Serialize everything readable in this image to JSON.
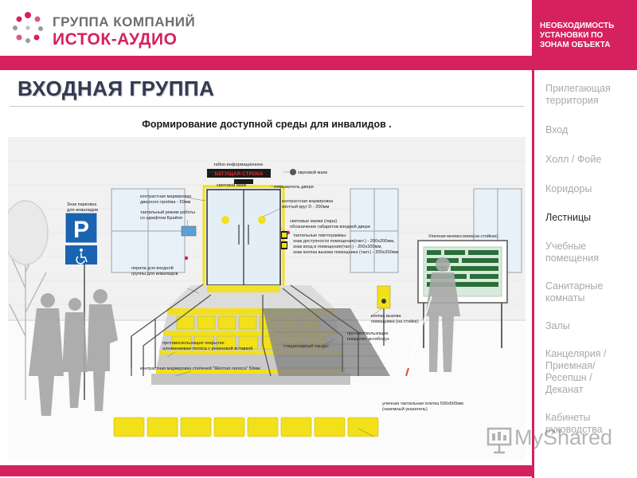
{
  "logo": {
    "line1": "ГРУППА КОМПАНИЙ",
    "line2": "ИСТОК-АУДИО"
  },
  "colors": {
    "brand": "#d6215f",
    "title": "#333a52",
    "nav_inactive": "#a9a9a9",
    "nav_active": "#2b2b2b",
    "tactile_yellow": "#f2e01a",
    "parking_blue": "#1a63b0"
  },
  "page": {
    "title": "ВХОДНАЯ ГРУППА"
  },
  "sidebar": {
    "header_lines": [
      "НЕОБХОДИМОСТЬ",
      "УСТАНОВКИ ПО",
      "ЗОНАМ ОБЪЕКТА"
    ],
    "items": [
      {
        "lines": [
          "Прилегающая",
          "территория"
        ],
        "active": false
      },
      {
        "lines": [
          "Вход"
        ],
        "active": false
      },
      {
        "lines": [
          "Холл / Фойе"
        ],
        "active": false
      },
      {
        "lines": [
          "Коридоры"
        ],
        "active": false
      },
      {
        "lines": [
          "Лестницы"
        ],
        "active": true
      },
      {
        "lines": [
          "Учебные",
          "помещения"
        ],
        "active": false
      },
      {
        "lines": [
          "Санитарные",
          "комнаты"
        ],
        "active": false
      },
      {
        "lines": [
          "Залы"
        ],
        "active": false
      },
      {
        "lines": [
          "Канцелярия /",
          "Приемная/",
          "Ресепшн /",
          "Деканат"
        ],
        "active": false
      },
      {
        "lines": [
          "Кабинеты",
          "руководства"
        ],
        "active": false
      }
    ]
  },
  "illustration": {
    "title": "Формирование доступной среды для инвалидов .",
    "running_line": "БЕГУЩАЯ СТРОКА",
    "labels": {
      "info_board": "табло информационное",
      "light_beacon": "световой маяк",
      "sound_beacon": "звуковой маяк",
      "door_opener": "открыватель двери",
      "door_marking": [
        "контрастная маркировка",
        "дверного проёма - 50мм"
      ],
      "tactile_mode": [
        "тактильный режим работы",
        "со шрифтом Брайля"
      ],
      "parking_sign": [
        "Знак парковка",
        "для инвалидов"
      ],
      "circle_marking": [
        "контрастная маркировка",
        "жёлтый круг D - 200мм"
      ],
      "light_beacons": [
        "световые маяки (пара)",
        "обозначение габаритов входной двери"
      ],
      "pictograms": [
        "тактильные пиктограммы:",
        "знак доступности помещения(такт.) - 200х200мм,",
        "знак вход в помещение(такт.) - 200х200мм,",
        "знак кнопка вызова помощника (такт.) - 200х200мм"
      ],
      "mnemo_scheme": "Уличная мнемосхема(на стойках)",
      "handrails": [
        "перила для входной",
        "группы для инвалидов"
      ],
      "call_button": [
        "кнопка вызова",
        "помощника (на стойке)"
      ],
      "anti_slip_cover": [
        "противоскользящее",
        "покрытие антиблаух"
      ],
      "ramp": "стационарный пандус",
      "anti_slip_strip": [
        "противоскользящее покрытие",
        "алюминиевая полоса с резиновой вставкой"
      ],
      "step_marking": "контрастная маркировка степеней \"Жёлтая полоса\" 50мм",
      "tactile_tile": [
        "уличная тактильная плитка 500х500мм",
        "(наземный указатель)"
      ]
    }
  },
  "watermark": {
    "text": "MyShared"
  }
}
